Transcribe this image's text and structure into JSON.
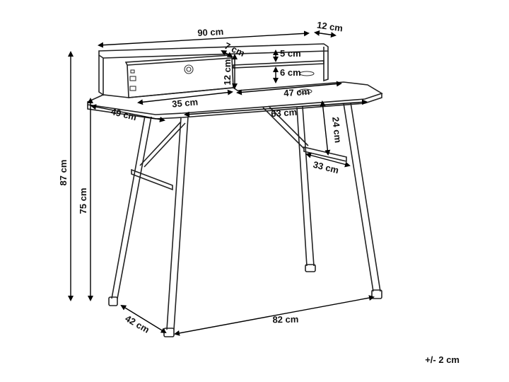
{
  "dimensions": {
    "total_width": "90 cm",
    "hutch_depth": "12 cm",
    "drawer_depth": "7 cm",
    "shelf_top_gap": "5 cm",
    "drawer_height": "12 cm",
    "shelf_lower_gap": "6 cm",
    "drawer_width": "35 cm",
    "open_width": "47 cm",
    "desk_depth": "49 cm",
    "inner_width": "63 cm",
    "brace_height": "24 cm",
    "brace_width": "33 cm",
    "total_height": "87 cm",
    "desk_height": "75 cm",
    "leg_depth": "42 cm",
    "leg_width": "82 cm"
  },
  "tolerance": "+/- 2 cm"
}
